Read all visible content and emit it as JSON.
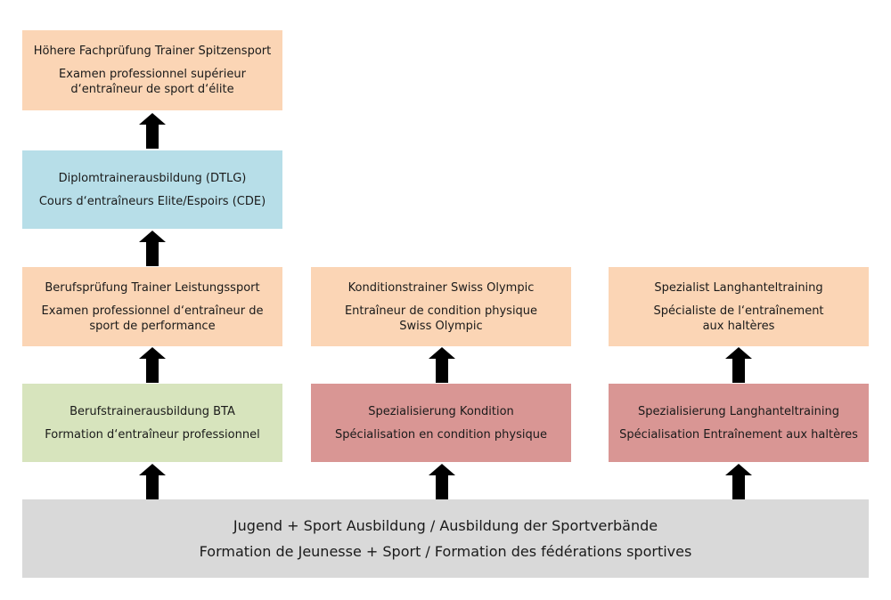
{
  "boxes": {
    "top": {
      "line1": "Höhere Fachprüfung Trainer Spitzensport",
      "line2": "Examen professionnel supérieur\nd‘entraîneur de sport d‘élite",
      "color": "#fbd5b5"
    },
    "diploma": {
      "line1": "Diplomtrainerausbildung (DTLG)",
      "line2": "Cours d‘entraîneurs Elite/Espoirs (CDE)",
      "color": "#b7dee8"
    },
    "berufsprufung": {
      "line1": "Berufsprüfung Trainer Leistungssport",
      "line2": "Examen professionnel d‘entraîneur de\nsport de performance",
      "color": "#fbd5b5"
    },
    "konditionstrainer": {
      "line1": "Konditionstrainer Swiss Olympic",
      "line2": "Entraîneur de condition physique\nSwiss Olympic",
      "color": "#fbd5b5"
    },
    "spezialist": {
      "line1": "Spezialist Langhanteltraining",
      "line2": "Spécialiste de l‘entraînement\naux haltères",
      "color": "#fbd5b5"
    },
    "bta": {
      "line1": "Berufstrainerausbildung BTA",
      "line2": "Formation d‘entraîneur professionnel",
      "color": "#d7e4bd"
    },
    "spez_kondition": {
      "line1": "Spezialisierung Kondition",
      "line2": "Spécialisation en condition physique",
      "color": "#d99694"
    },
    "spez_langhantel": {
      "line1": "Spezialisierung Langhanteltraining",
      "line2": "Spécialisation Entraînement aux haltères",
      "color": "#d99694"
    },
    "base": {
      "line1": "Jugend + Sport Ausbildung / Ausbildung der Sportverbände",
      "line2": "Formation de Jeunesse + Sport / Formation des fédérations sportives",
      "color": "#d9d9d9"
    }
  },
  "arrow_color": "#000000"
}
